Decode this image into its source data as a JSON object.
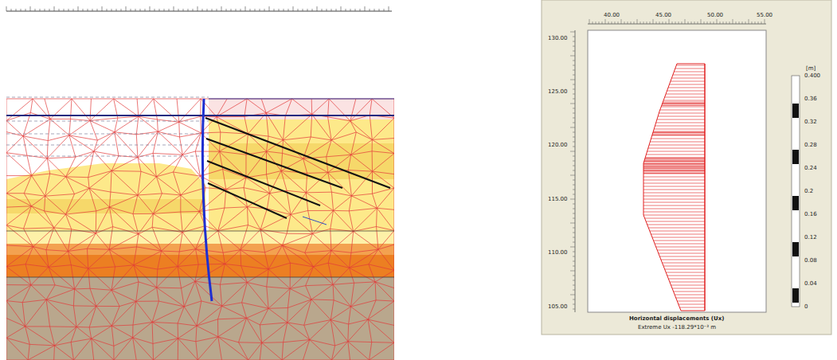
{
  "diagram": {
    "labels": [
      "40.00",
      "45.00",
      "50.00",
      "55.00",
      "130.00",
      "125.00",
      "120.00",
      "115.00",
      "110.00",
      "105.00",
      "[m]",
      "0.400",
      "0.36",
      "0.32",
      "0.28",
      "0.24",
      "0.2",
      "0.16",
      "0.12",
      "0.08",
      "0.04",
      "0",
      "Horizontal displacements (Ux)",
      "Extreme Ux -118.29*10⁻³ m"
    ]
  }
}
